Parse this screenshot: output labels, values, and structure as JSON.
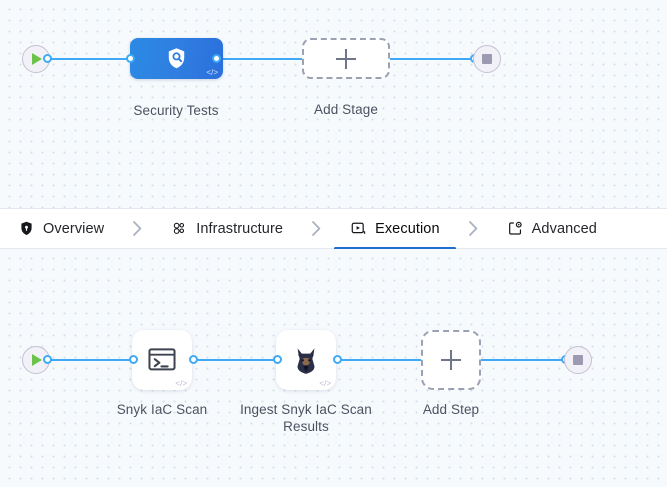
{
  "tabs": [
    {
      "id": "overview",
      "label": "Overview",
      "icon": "shield-icon",
      "active": false
    },
    {
      "id": "infrastructure",
      "label": "Infrastructure",
      "icon": "cluster-icon",
      "active": false
    },
    {
      "id": "execution",
      "label": "Execution",
      "icon": "play-window-icon",
      "active": true
    },
    {
      "id": "advanced",
      "label": "Advanced",
      "icon": "window-gear-icon",
      "active": false
    }
  ],
  "stage_graph": {
    "start_node": {
      "name": "pipeline-start",
      "icon": "play-icon"
    },
    "end_node": {
      "name": "pipeline-end",
      "icon": "stop-icon"
    },
    "nodes": [
      {
        "id": "security-tests",
        "label": "Security Tests",
        "icon": "shield-search-icon",
        "badge": "</>",
        "type": "stage"
      },
      {
        "id": "add-stage",
        "label": "Add Stage",
        "icon": "plus-icon",
        "type": "add"
      }
    ]
  },
  "step_graph": {
    "start_node": {
      "name": "execution-start",
      "icon": "play-icon"
    },
    "end_node": {
      "name": "execution-end",
      "icon": "stop-icon"
    },
    "nodes": [
      {
        "id": "snyk-iac-scan",
        "label": "Snyk IaC Scan",
        "icon": "terminal-icon",
        "badge": "</>",
        "type": "step"
      },
      {
        "id": "ingest-results",
        "label": "Ingest Snyk IaC Scan Results",
        "icon": "doberman-icon",
        "badge": "</>",
        "type": "step"
      },
      {
        "id": "add-step",
        "label": "Add Step",
        "icon": "plus-icon",
        "type": "add"
      }
    ]
  },
  "colors": {
    "accent_blue": "#3fa9f5",
    "tab_active": "#1d6ecf",
    "stage_gradient_start": "#2b8ae4",
    "stage_gradient_end": "#2b6fdc",
    "play_green": "#6cc24a",
    "canvas_bg": "#f7fafd",
    "dot_grid": "#d5dfe9"
  }
}
